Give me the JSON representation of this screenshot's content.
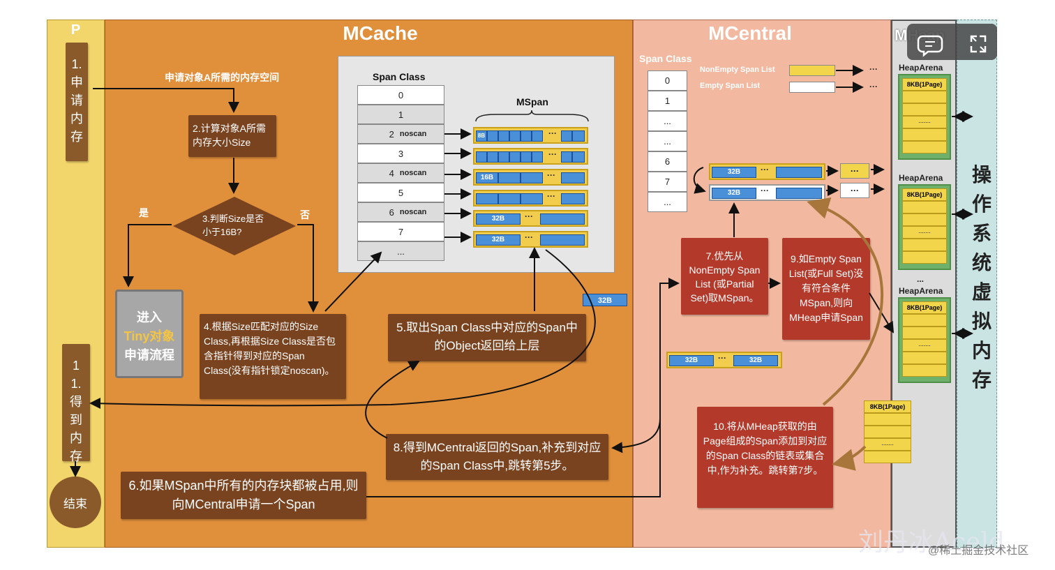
{
  "p_panel": {
    "title": "P",
    "step1": "1.申请内存",
    "step11": "11.得到内存",
    "end": "结束"
  },
  "mcache": {
    "title": "MCache",
    "request_label": "申请对象A所需的内存空间",
    "step2": "2.计算对象A所需内存大小Size",
    "step3": "3.判断Size是否小于16B?",
    "yes": "是",
    "no": "否",
    "tiny_line1": "进入",
    "tiny_line2": "Tiny对象",
    "tiny_line3": "申请流程",
    "step4": "4.根据Size匹配对应的Size Class,再根据Size Class是否包含指针得到对应的Span Class(没有指针锁定noscan)。",
    "step5": "5.取出Span Class中对应的Span中的Object返回给上层",
    "step6": "6.如果MSpan中所有的内存块都被占用,则向MCentral申请一个Span",
    "step8": "8.得到MCentral返回的Span,补充到对应的Span Class中,跳转第5步。",
    "span_class_title": "Span Class",
    "mspan_title": "MSpan",
    "span_classes": [
      {
        "num": "0",
        "tag": ""
      },
      {
        "num": "1",
        "tag": ""
      },
      {
        "num": "2",
        "tag": "noscan"
      },
      {
        "num": "3",
        "tag": ""
      },
      {
        "num": "4",
        "tag": "noscan"
      },
      {
        "num": "5",
        "tag": ""
      },
      {
        "num": "6",
        "tag": "noscan"
      },
      {
        "num": "7",
        "tag": ""
      },
      {
        "num": "...",
        "tag": ""
      }
    ],
    "mspan_labels": [
      "8B",
      "",
      "16B",
      "",
      "32B",
      "32B"
    ],
    "ellipsis": "···"
  },
  "mcentral": {
    "title": "MCentral",
    "span_class_title": "Span Class",
    "nonempty_label": "NonEmpty Span List",
    "empty_label": "Empty Span List",
    "span_classes": [
      "0",
      "1",
      "...",
      "...",
      "6",
      "7",
      "..."
    ],
    "span_label": "32B",
    "step7": "7.优先从NonEmpty Span List (或Partial Set)取MSpan。",
    "step9": "9.如Empty Span List(或Full Set)没有符合条件MSpan,则向MHeap申请Span",
    "step10": "10.将从MHeap获取的由Page组成的Span添加到对应的Span Class的链表或集合中,作为补充。跳转第7步。",
    "ellipsis": "···"
  },
  "mheap": {
    "title": "MHeap",
    "arena_label": "HeapArena",
    "page_label": "8KB(1Page)",
    "row_dots": ".......",
    "between_dots": "...",
    "os_label": "操作系统虚拟内存"
  },
  "watermark": {
    "text1": "刘丹冰Aceld",
    "text2": "@稀土掘金技术社区"
  },
  "colors": {
    "p_bg": "#f2d56b",
    "mcache_bg": "#e08f3b",
    "mcentral_bg": "#f2b9a0",
    "mheap_bg": "#dcdcdc",
    "os_bg": "#c9e4e2",
    "brown": "#7a4320",
    "red": "#b33a2b"
  }
}
